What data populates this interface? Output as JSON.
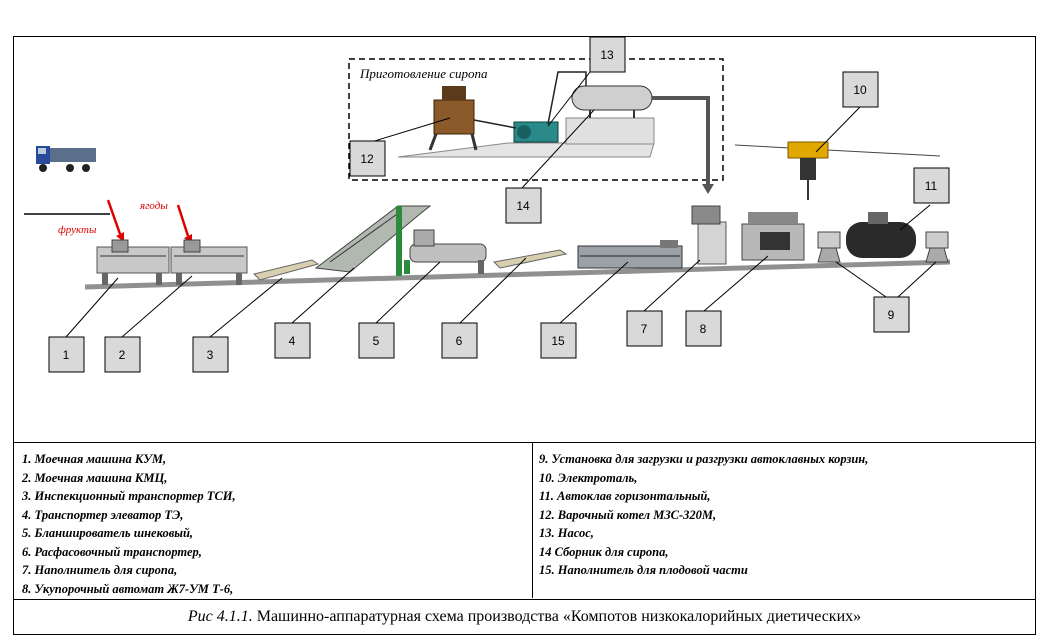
{
  "diagram": {
    "syrup_section_title": "Приготовление сиропа",
    "label_fruits": "фрукты",
    "label_berries": "ягоды",
    "number_boxes": [
      "1",
      "2",
      "3",
      "4",
      "5",
      "6",
      "15",
      "7",
      "8",
      "9",
      "10",
      "11",
      "12",
      "13",
      "14"
    ]
  },
  "legend": {
    "left": [
      "1. Моечная машина КУМ,",
      "2. Моечная машина КМЦ,",
      "3. Инспекционный транспортер ТСИ,",
      "4. Транспортер элеватор ТЭ,",
      "5. Бланширователь шнековый,",
      "6. Расфасовочный транспортер,",
      "7. Наполнитель для сиропа,",
      "8. Укупорочный автомат Ж7-УМ Т-6,"
    ],
    "right": [
      "9. Установка для загрузки и разгрузки автоклавных корзин,",
      "10. Электроталь,",
      "11. Автоклав горизонтальный,",
      "12. Варочный котел МЗС-320М,",
      "13. Насос,",
      "14 Сборник для сиропа,",
      "15. Наполнитель для плодовой части"
    ]
  },
  "caption": {
    "fig": "Рис 4.1.1.",
    "text": " Машинно-аппаратурная схема производства «Компотов низкокалорийных диетических»"
  },
  "colors": {
    "arrow": "#e00000",
    "box_fill": "#d9d9d9",
    "floor": "#909090"
  }
}
